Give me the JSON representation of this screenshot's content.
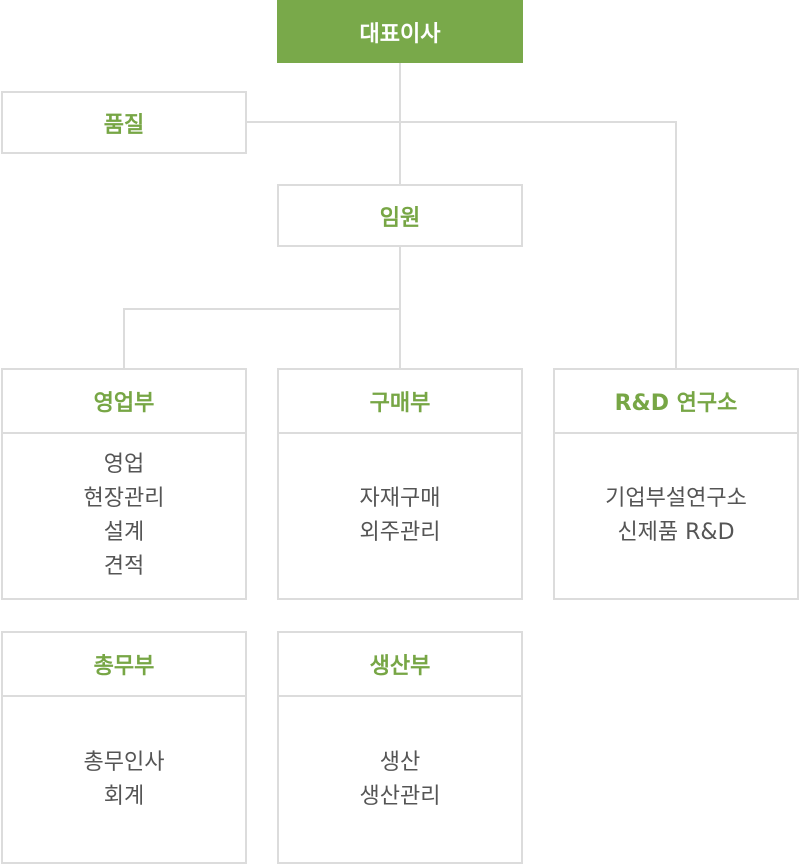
{
  "ceo": "대표이사",
  "quality": "품질",
  "executive": "임원",
  "departments": [
    {
      "title": "영업부",
      "items": [
        "영업",
        "현장관리",
        "설계",
        "견적"
      ]
    },
    {
      "title": "구매부",
      "items": [
        "자재구매",
        "외주관리"
      ]
    },
    {
      "title": "R&D 연구소",
      "items": [
        "기업부설연구소",
        "신제품 R&D"
      ]
    },
    {
      "title": "총무부",
      "items": [
        "총무인사",
        "회계"
      ]
    },
    {
      "title": "생산부",
      "items": [
        "생산",
        "생산관리"
      ]
    }
  ],
  "colors": {
    "accent": "#79a94a",
    "heading_text": "#77a645",
    "border": "#dcdcdc",
    "body_text": "#555555"
  }
}
